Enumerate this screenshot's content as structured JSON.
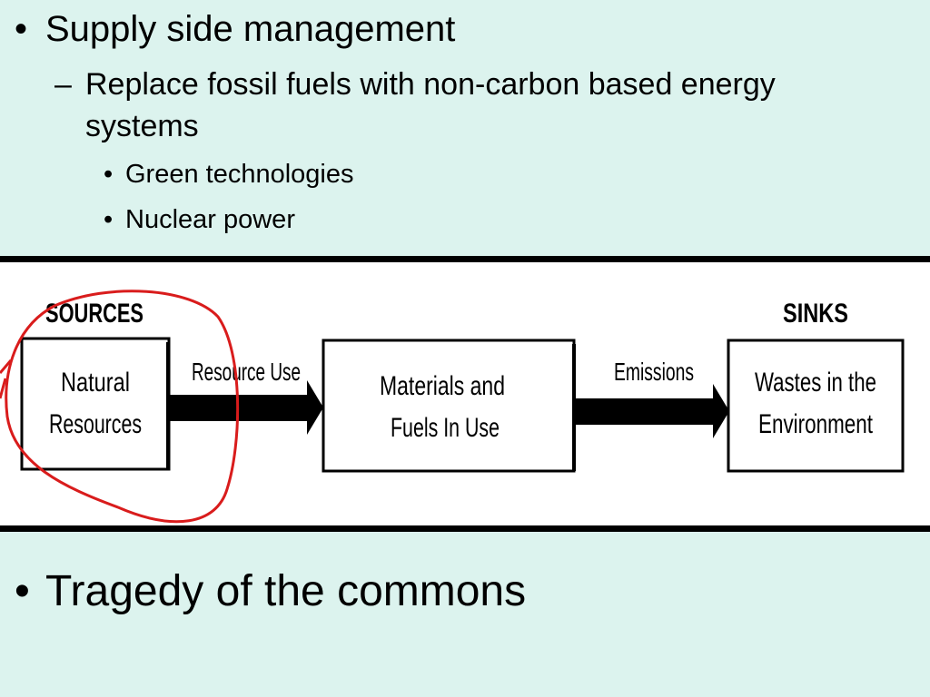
{
  "bullets": {
    "l1": {
      "marker": "•",
      "text": "Supply side management"
    },
    "l2": {
      "marker": "–",
      "text": "Replace fossil fuels with non-carbon based energy",
      "text_cont": "systems"
    },
    "l3a": {
      "marker": "•",
      "text": "Green technologies"
    },
    "l3b": {
      "marker": "•",
      "text": "Nuclear power"
    },
    "l4": {
      "marker": "•",
      "text": "Tragedy of the commons"
    }
  },
  "diagram": {
    "sources_label": "SOURCES",
    "sinks_label": "SINKS",
    "box1": [
      "Natural",
      "Resources"
    ],
    "box2": [
      "Materials and",
      "Fuels In Use"
    ],
    "box3": [
      "Wastes in the",
      "Environment"
    ],
    "arrow1_label": "Resource Use",
    "arrow2_label": "Emissions",
    "annotation_color": "#d91c1c"
  }
}
